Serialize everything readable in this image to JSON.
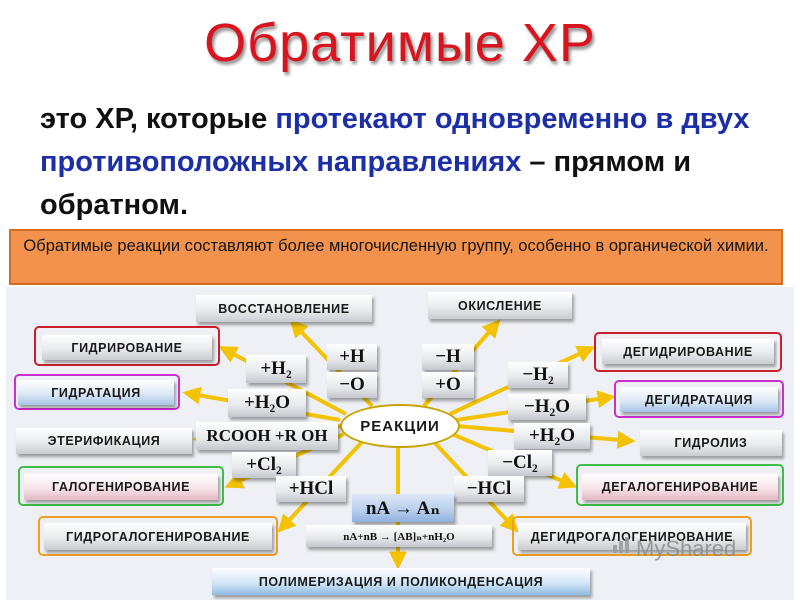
{
  "title": "Обратимые ХР",
  "definition": {
    "part1": "это ХР, которые ",
    "part2_blue": "протекают одновременно в двух противоположных направлениях",
    "part3": " – прямом и обратном."
  },
  "note": "Обратимые реакции составляют более многочисленную группу, особенно в органической химии.",
  "diagram": {
    "center": "РЕАКЦИИ",
    "boxes": {
      "reduction": "ВОССТАНОВЛЕНИЕ",
      "oxidation": "ОКИСЛЕНИЕ",
      "hydrogenation": "ГИДРИРОВАНИЕ",
      "dehydrogenation": "ДЕГИДРИРОВАНИЕ",
      "hydration": "ГИДРАТАЦИЯ",
      "dehydration": "ДЕГИДРАТАЦИЯ",
      "esterification": "ЭТЕРИФИКАЦИЯ",
      "hydrolysis": "ГИДРОЛИЗ",
      "halogenation": "ГАЛОГЕНИРОВАНИЕ",
      "dehalogenation": "ДЕГАЛОГЕНИРОВАНИЕ",
      "hydrohalogenation": "ГИДРОГАЛОГЕНИРОВАНИЕ",
      "dehydrohalogenation": "ДЕГИДРОГАЛОГЕНИРОВАНИЕ",
      "polymerization": "ПОЛИМЕРИЗАЦИЯ И ПОЛИКОНДЕНСАЦИЯ"
    },
    "formulas": {
      "plus_h2": "+H₂",
      "plus_h": "+H",
      "minus_h": "−H",
      "minus_o": "−O",
      "plus_o": "+O",
      "minus_h2": "−H₂",
      "plus_h2o": "+H₂O",
      "minus_h2o": "−H₂O",
      "plus_h2o_right": "+H₂O",
      "rcooh": "RCOOH +R OH",
      "plus_cl2": "+Cl₂",
      "minus_cl2": "−Cl₂",
      "plus_hcl": "+HCl",
      "minus_hcl": "−HCl",
      "na_an": "nA → Aₙ",
      "copolymer": "nA+nB → [AB]ₙ+nH₂O"
    }
  },
  "watermark": "MyShared",
  "colors": {
    "title": "#d8141e",
    "blue_text": "#1c2fa6",
    "note_bg": "#f2924c",
    "arrow": "#f3c200",
    "frame_red": "#c8202c",
    "frame_magenta": "#cc2fd0",
    "frame_green": "#3fbf45",
    "frame_orange": "#f0a020",
    "diagram_bg": "#eef0f5"
  }
}
